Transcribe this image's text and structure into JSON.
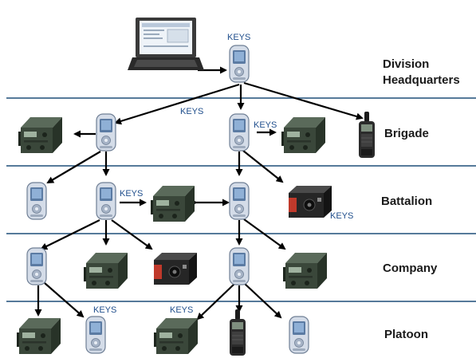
{
  "tiers": {
    "division_line1": "Division",
    "division_line2": "Headquarters",
    "brigade": "Brigade",
    "battalion": "Battalion",
    "company": "Company",
    "platoon": "Platoon"
  },
  "keys_label": "KEYS",
  "colors": {
    "divider": "#1f4e79",
    "keys_text": "#1f4e8c",
    "arrow": "#000000",
    "device_body": "#3c4a3c",
    "device_dark": "#222a22",
    "handheld": "#c8d4e4",
    "crypto_red": "#c0392b"
  },
  "icons": {
    "laptop": "laptop-icon",
    "key_loader": "key-loader-icon",
    "radio": "vehicle-radio-icon",
    "handheld_radio": "handheld-radio-icon",
    "crypto": "crypto-device-icon"
  }
}
